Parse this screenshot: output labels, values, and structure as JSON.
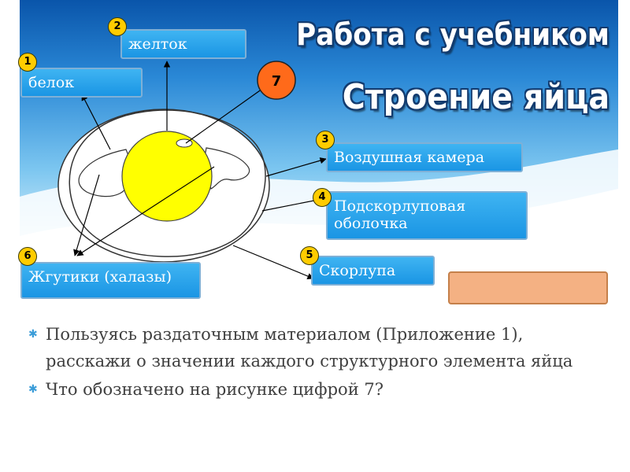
{
  "titles": {
    "line1": "Работа с учебником",
    "line2": "Строение яйца"
  },
  "labels": [
    {
      "id": "belok",
      "number": "1",
      "text": "белок"
    },
    {
      "id": "zheltok",
      "number": "2",
      "text": "желток"
    },
    {
      "id": "air-chamber",
      "number": "3",
      "text": "Воздушная камера"
    },
    {
      "id": "membrane",
      "number": "4",
      "text": "Подскорлуповая\n оболочка"
    },
    {
      "id": "shell",
      "number": "5",
      "text": "Скорлупа"
    },
    {
      "id": "chalazae",
      "number": "6",
      "text": "Жгутики (халазы)"
    }
  ],
  "marker7": "7",
  "bullets": [
    "Пользуясь раздаточным материалом (Приложение 1), расскажи о значении каждого структурного элемента яйца",
    "Что обозначено на рисунке цифрой 7?"
  ],
  "colors": {
    "sky_top": "#0f5fb4",
    "sky_mid": "#5ab4ea",
    "label_blue": "#2aa4ec",
    "badge_yellow": "#ffcc00",
    "yolk": "#ffff00",
    "marker7": "#ff6a1a",
    "answer_box": "#f4b183",
    "bullet_mark": "#3a9cd8"
  },
  "icons": {
    "bullet": "asterisk-icon"
  }
}
